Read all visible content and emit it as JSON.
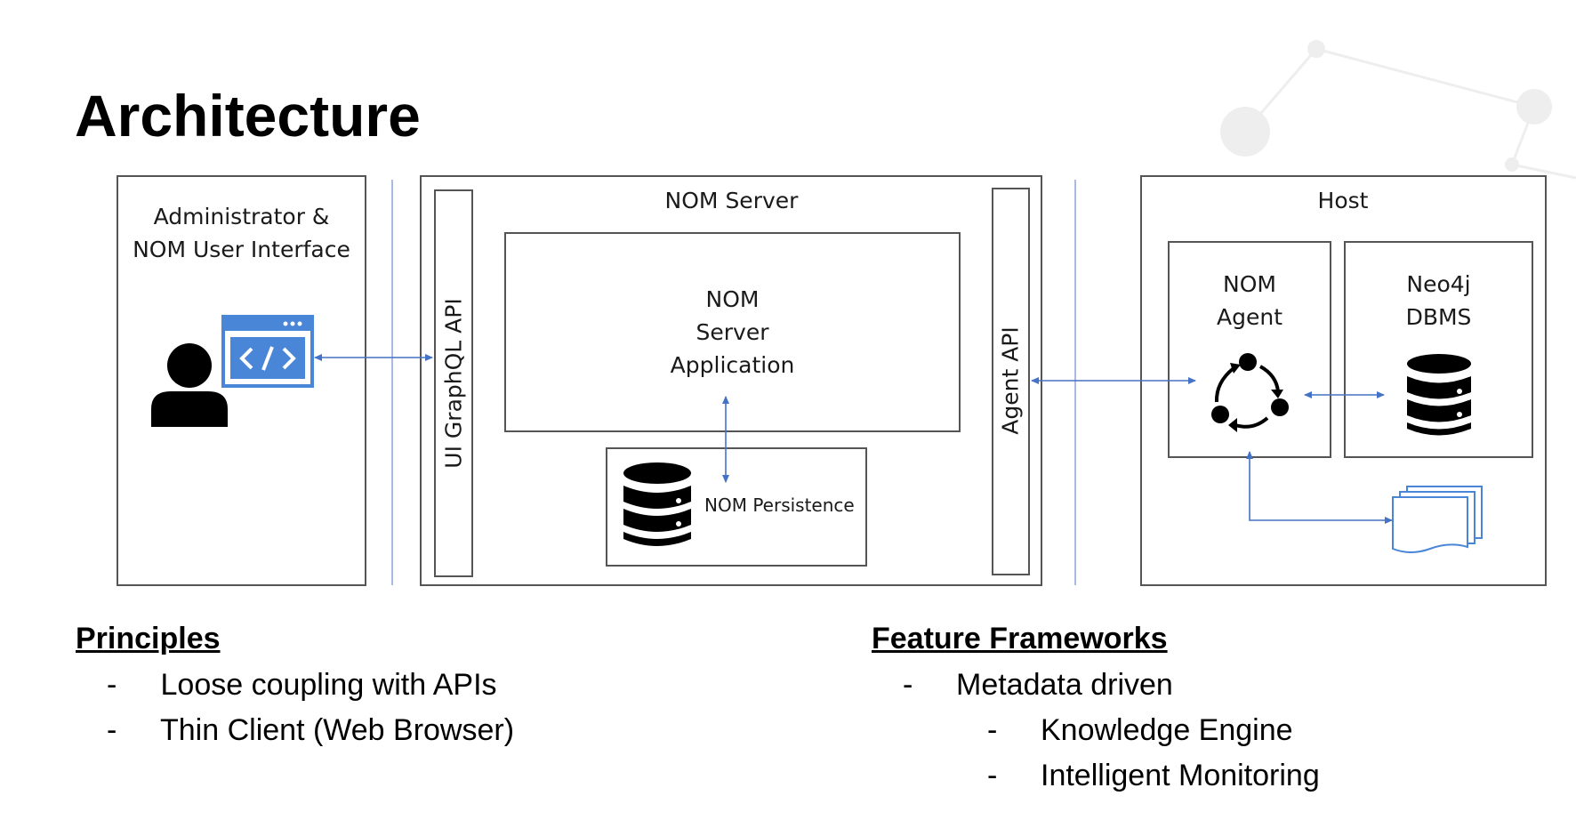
{
  "title": "Architecture",
  "diagram": {
    "admin_box_label_line1": "Administrator &",
    "admin_box_label_line2": "NOM User Interface",
    "ui_api_label": "UI GraphQL API",
    "server_box_label": "NOM Server",
    "server_app_line1": "NOM",
    "server_app_line2": "Server",
    "server_app_line3": "Application",
    "persistence_label": "NOM Persistence",
    "agent_api_label": "Agent API",
    "host_box_label": "Host",
    "agent_line1": "NOM",
    "agent_line2": "Agent",
    "neo4j_line1": "Neo4j",
    "neo4j_line2": "DBMS",
    "arrow_color": "#4472c4",
    "icon_color": "#4a86d8"
  },
  "principles": {
    "heading": "Principles",
    "items": [
      {
        "dash": "-",
        "text": "Loose coupling with APIs"
      },
      {
        "dash": "-",
        "text": "Thin Client (Web Browser)"
      }
    ]
  },
  "features": {
    "heading": "Feature Frameworks",
    "items": [
      {
        "dash": "-",
        "text": "Metadata driven"
      },
      {
        "dash": "-",
        "text": "Knowledge Engine"
      },
      {
        "dash": "-",
        "text": "Intelligent Monitoring"
      }
    ]
  }
}
